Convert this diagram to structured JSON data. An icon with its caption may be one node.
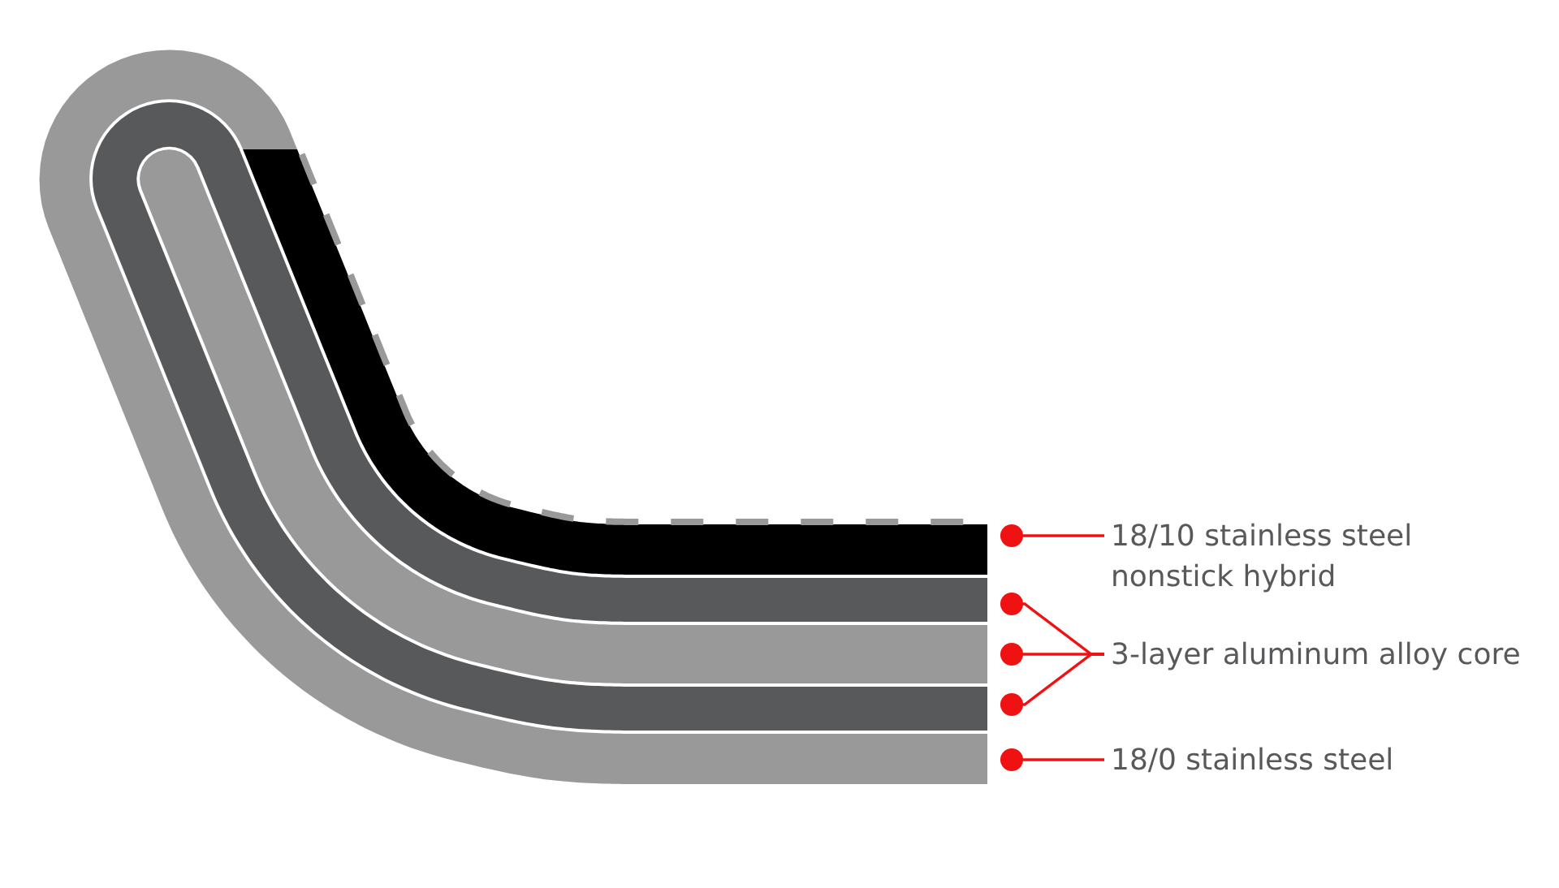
{
  "diagram": {
    "nodes": [
      {
        "text": [],
        "shape": "band"
      },
      {
        "text": [],
        "shape": "band"
      },
      {
        "text": [],
        "shape": "band"
      },
      {
        "text": [],
        "shape": "band"
      },
      {
        "text": [],
        "shape": "band"
      },
      {
        "text": [
          "18/10 stainless steel nonstick hybrid"
        ]
      },
      {
        "text": [
          "3-layer aluminum alloy core"
        ]
      },
      {
        "text": [
          "18/0 stainless steel"
        ]
      }
    ],
    "edges": [
      {
        "from": 5,
        "to": 0,
        "arrow": "other"
      },
      {
        "from": 6,
        "to": 1,
        "arrow": "other"
      },
      {
        "from": 6,
        "to": 2,
        "arrow": "other"
      },
      {
        "from": 6,
        "to": 3,
        "arrow": "other"
      },
      {
        "from": 7,
        "to": 4,
        "arrow": "other"
      }
    ]
  }
}
